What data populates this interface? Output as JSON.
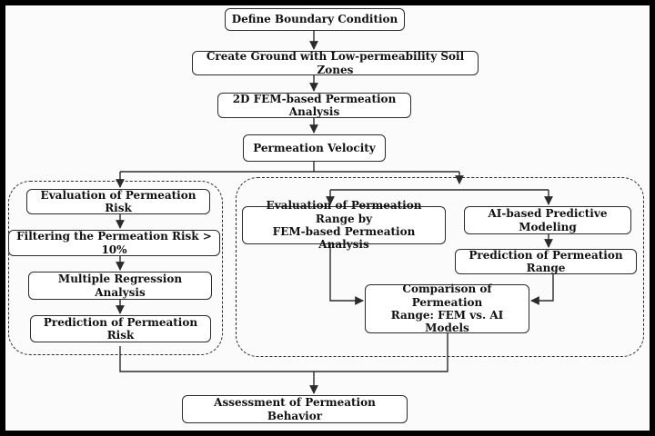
{
  "nodes": {
    "define_boundary": "Define Boundary Condition",
    "create_ground": "Create Ground with Low-permeability Soil Zones",
    "fem_analysis": "2D FEM-based Permeation Analysis",
    "permeation_velocity": "Permeation Velocity",
    "eval_risk": "Evaluation of Permeation Risk",
    "filtering_risk": "Filtering the Permeation Risk  > 10%",
    "multiple_regression": "Multiple Regression Analysis",
    "prediction_risk": "Prediction of Permeation Risk",
    "eval_range_line1": "Evaluation of Permeation Range by",
    "eval_range_line2": "FEM-based Permeation Analysis",
    "ai_modeling": "AI-based Predictive Modeling",
    "prediction_range": "Prediction of Permeation Range",
    "comparison_line1": "Comparison of Permeation",
    "comparison_line2": "Range: FEM vs. AI Models",
    "assessment": "Assessment of Permeation Behavior"
  },
  "colors": {
    "frame": "#000000",
    "background": "#fbfbfb",
    "stroke": "#2b2b2b",
    "box_fill": "#ffffff"
  }
}
